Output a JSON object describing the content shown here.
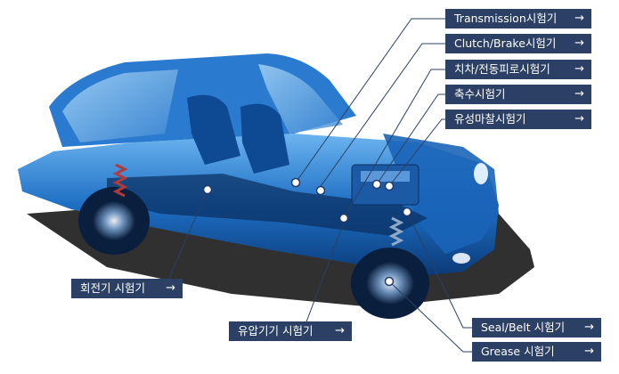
{
  "callouts": [
    {
      "id": "transmission",
      "label": "Transmission시험기",
      "arrow": "→"
    },
    {
      "id": "clutch-brake",
      "label": "Clutch/Brake시험기",
      "arrow": "→"
    },
    {
      "id": "gear-fatigue",
      "label": "치차/전동피로시험기",
      "arrow": "→"
    },
    {
      "id": "axle",
      "label": "축수시험기",
      "arrow": "→"
    },
    {
      "id": "oil-friction",
      "label": "유성마찰시험기",
      "arrow": "→"
    },
    {
      "id": "rotation",
      "label": "회전기 시험기",
      "arrow": "→"
    },
    {
      "id": "hydraulic",
      "label": "유압기기 시험기",
      "arrow": "→"
    },
    {
      "id": "seal-belt",
      "label": "Seal/Belt 시험기",
      "arrow": "→"
    },
    {
      "id": "grease",
      "label": "Grease 시험기",
      "arrow": "→"
    }
  ],
  "colors": {
    "callout_bg": "#2b4064",
    "car_body": "#1e6fc4",
    "car_dark": "#0d3d7a",
    "car_light": "#5fa9e8"
  }
}
